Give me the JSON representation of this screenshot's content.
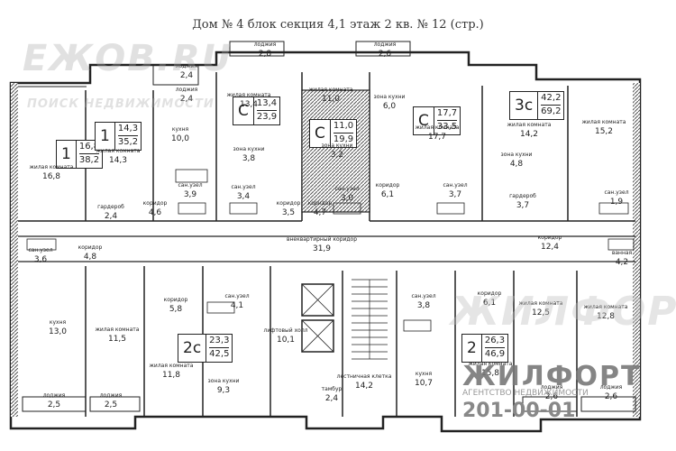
{
  "title": "Дом № 4 блок секция 4,1 этаж 2 кв. № 12 (стр.)",
  "watermark": {
    "brand": "ЕЖОВ.RU",
    "tagline": "ПОИСК НЕДВИЖИМОСТИ",
    "site": "ЖИЛФОРТ.RU"
  },
  "logo": {
    "name": "ЖИЛФОРТ",
    "subtitle": "АГЕНТСТВО НЕДВИЖИМОСТИ",
    "phone": "201-00-01"
  },
  "apartments": [
    {
      "rooms": "1",
      "area_top": "16,8",
      "area_bottom": "38,2"
    },
    {
      "rooms": "1",
      "area_top": "14,3",
      "area_bottom": "35,2"
    },
    {
      "rooms": "С",
      "area_top": "13,4",
      "area_bottom": "23,9"
    },
    {
      "rooms": "С",
      "area_top": "11,0",
      "area_bottom": "19,9"
    },
    {
      "rooms": "С",
      "area_top": "17,7",
      "area_bottom": "33,5"
    },
    {
      "rooms": "3с",
      "area_top": "42,2",
      "area_bottom": "69,2"
    },
    {
      "rooms": "2с",
      "area_top": "23,3",
      "area_bottom": "42,5"
    },
    {
      "rooms": "2",
      "area_top": "26,3",
      "area_bottom": "46,9"
    }
  ],
  "rooms": [
    {
      "name": "лоджия",
      "area": "2,8"
    },
    {
      "name": "лоджия",
      "area": "2,4"
    },
    {
      "name": "лоджия",
      "area": "2,6"
    },
    {
      "name": "лоджия",
      "area": "2,4"
    },
    {
      "name": "жилая комната",
      "area": "16,8"
    },
    {
      "name": "жилая комната",
      "area": "14,3"
    },
    {
      "name": "кухня",
      "area": "10,0"
    },
    {
      "name": "жилая комната",
      "area": "13,4"
    },
    {
      "name": "жилая комната",
      "area": "11,0"
    },
    {
      "name": "зона кухни",
      "area": "6,0"
    },
    {
      "name": "жилая комната",
      "area": "17,7"
    },
    {
      "name": "жилая комната",
      "area": "14,2"
    },
    {
      "name": "жилая комната",
      "area": "15,2"
    },
    {
      "name": "зона кухни",
      "area": "3,8"
    },
    {
      "name": "зона кухни",
      "area": "3,2"
    },
    {
      "name": "зона кухни",
      "area": "4,8"
    },
    {
      "name": "гардероб",
      "area": "2,4"
    },
    {
      "name": "коридор",
      "area": "4,6"
    },
    {
      "name": "сан.узел",
      "area": "3,9"
    },
    {
      "name": "сан.узел",
      "area": "3,4"
    },
    {
      "name": "коридор",
      "area": "3,5"
    },
    {
      "name": "коридор",
      "area": "4,7"
    },
    {
      "name": "сан.узел",
      "area": "3,0"
    },
    {
      "name": "коридор",
      "area": "6,1"
    },
    {
      "name": "сан.узел",
      "area": "3,7"
    },
    {
      "name": "гардероб",
      "area": "3,7"
    },
    {
      "name": "сан.узел",
      "area": "1,9"
    },
    {
      "name": "сан.узел",
      "area": "3,6"
    },
    {
      "name": "коридор",
      "area": "4,8"
    },
    {
      "name": "внеквартирный коридор",
      "area": "31,9"
    },
    {
      "name": "коридор",
      "area": "12,4"
    },
    {
      "name": "ванная",
      "area": "4,2"
    },
    {
      "name": "коридор",
      "area": "5,8"
    },
    {
      "name": "сан.узел",
      "area": "4,1"
    },
    {
      "name": "лифтовый холл",
      "area": "10,1"
    },
    {
      "name": "сан.узел",
      "area": "3,8"
    },
    {
      "name": "коридор",
      "area": "6,1"
    },
    {
      "name": "кухня",
      "area": "13,0"
    },
    {
      "name": "жилая комната",
      "area": "11,5"
    },
    {
      "name": "жилая комната",
      "area": "11,8"
    },
    {
      "name": "зона кухни",
      "area": "9,3"
    },
    {
      "name": "жилая комната",
      "area": "12,5"
    },
    {
      "name": "жилая комната",
      "area": "12,8"
    },
    {
      "name": "кухня",
      "area": "10,7"
    },
    {
      "name": "жилая комната",
      "area": "15,8"
    },
    {
      "name": "лоджия",
      "area": "2,5"
    },
    {
      "name": "лоджия",
      "area": "2,5"
    },
    {
      "name": "тамбур",
      "area": "2,4"
    },
    {
      "name": "лоджия",
      "area": "2,6"
    },
    {
      "name": "лоджия",
      "area": "2,6"
    },
    {
      "name": "лестничная клетка",
      "area": "14,2"
    }
  ]
}
